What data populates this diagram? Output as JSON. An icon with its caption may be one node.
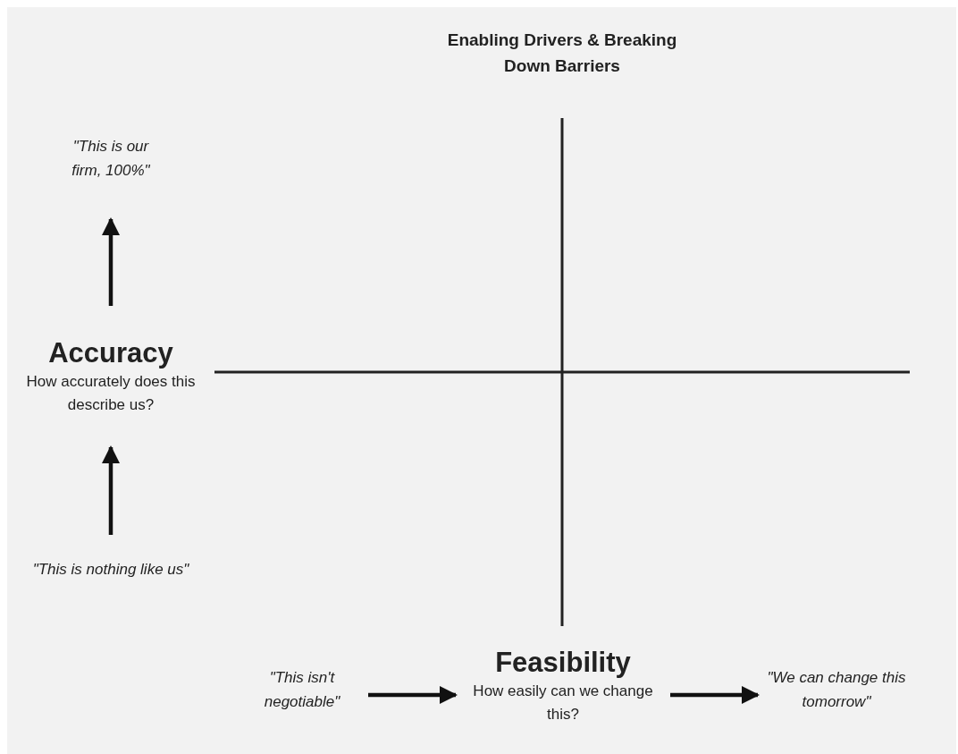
{
  "diagram": {
    "title": "Enabling Drivers & Breaking Down Barriers",
    "nodes": [
      {
        "text": [
          "\"This is our firm, 100%\""
        ]
      },
      {
        "text": [
          "Accuracy",
          "How accurately does this describe us?"
        ]
      },
      {
        "text": [
          "\"This is nothing like us\""
        ]
      },
      {
        "text": [
          "\"This isn't negotiable\""
        ]
      },
      {
        "text": [
          "Feasibility",
          "How easily can we change this?"
        ]
      },
      {
        "text": [
          "\"We can change this tomorrow\""
        ]
      }
    ],
    "edges": [
      {
        "from": 2,
        "to": 1,
        "arrow": "to"
      },
      {
        "from": 1,
        "to": 0,
        "arrow": "to"
      },
      {
        "from": 3,
        "to": 4,
        "arrow": "to"
      },
      {
        "from": 4,
        "to": 5,
        "arrow": "to"
      }
    ]
  }
}
